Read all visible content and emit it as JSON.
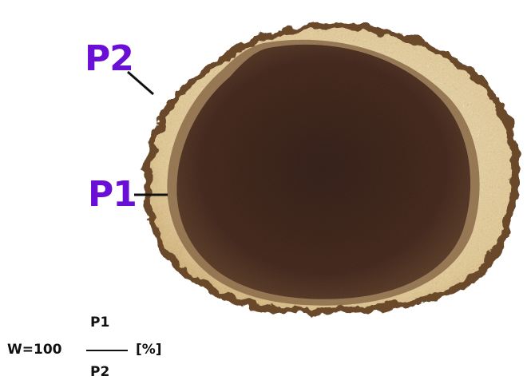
{
  "labels": {
    "outer": "P2",
    "inner": "P1"
  },
  "formula": {
    "lhs": "W=100",
    "numerator": "P1",
    "denominator": "P2",
    "unit": "[%]"
  },
  "colors": {
    "label": "#6a0fd6",
    "sapwood": "#efd9a8",
    "bark_edge": "#5b3f25",
    "heartwood": "#4a2e22",
    "heartwood_halo": "#7a5a3a"
  }
}
